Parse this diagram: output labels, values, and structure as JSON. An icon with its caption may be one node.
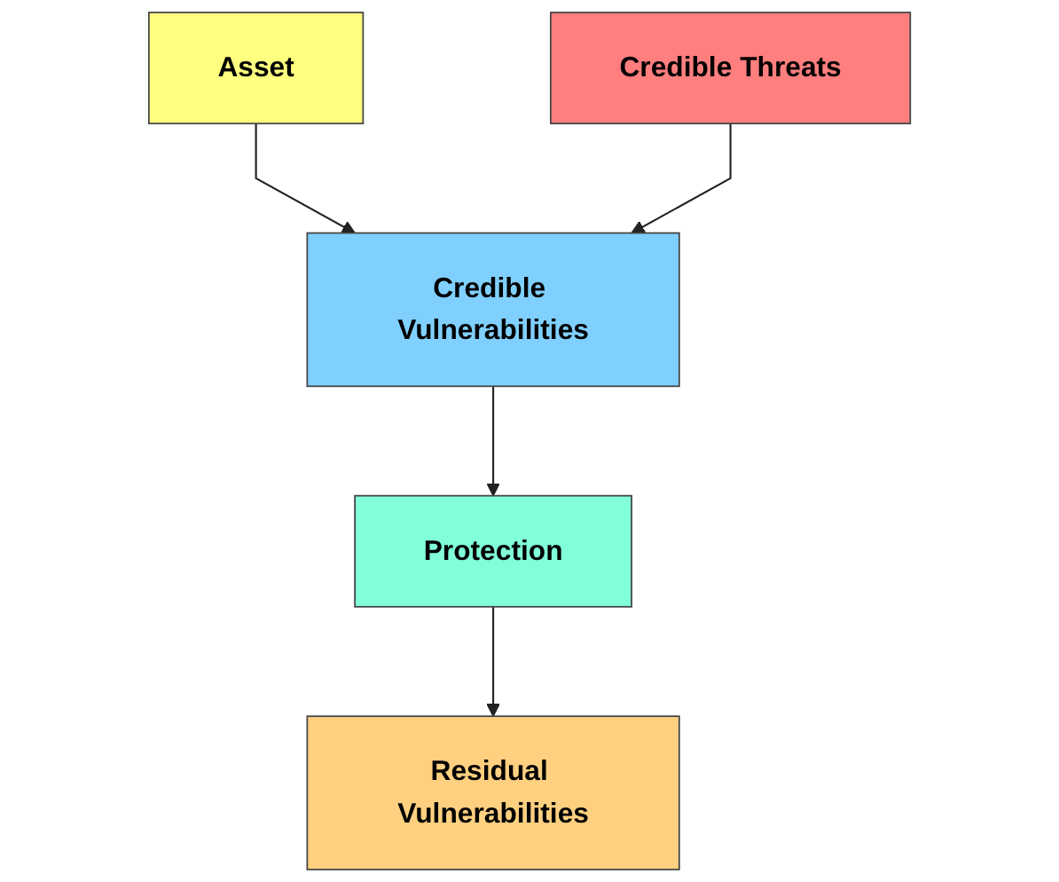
{
  "diagram": {
    "nodes": [
      {
        "text": [
          "Asset"
        ]
      },
      {
        "text": [
          "Credible Threats"
        ]
      },
      {
        "text": [
          "Credible Vulnerabilities"
        ]
      },
      {
        "text": [
          "Protection"
        ]
      },
      {
        "text": [
          "Residual Vulnerabilities"
        ]
      }
    ],
    "edges": [
      {
        "from": 0,
        "to": 2,
        "arrow": "to"
      },
      {
        "from": 1,
        "to": 2,
        "arrow": "to"
      },
      {
        "from": 2,
        "to": 3,
        "arrow": "to"
      },
      {
        "from": 3,
        "to": 4,
        "arrow": "to"
      }
    ]
  }
}
